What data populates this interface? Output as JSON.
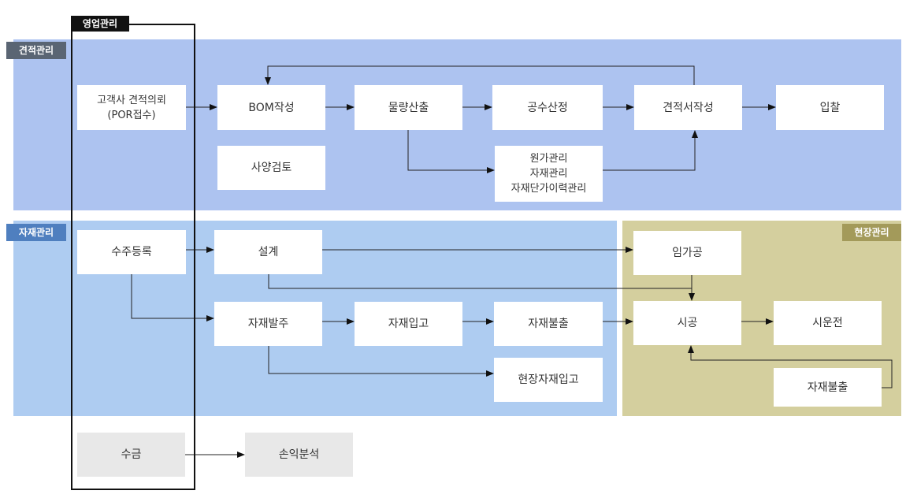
{
  "zones": {
    "estimate": {
      "label": "견적관리",
      "color": "#adc3f0",
      "label_color": "#5a6573"
    },
    "material": {
      "label": "자재관리",
      "color": "#aeccf1",
      "label_color": "#4f7fbf"
    },
    "site": {
      "label": "현장관리",
      "color": "#d4cf9e",
      "label_color": "#a39a5a"
    },
    "sales": {
      "label": "영업관리",
      "color": "#111111"
    }
  },
  "boxes": {
    "customer_request": "고객사 견적의뢰\n(POR접수)",
    "bom": "BOM작성",
    "quantity": "물량산출",
    "labor": "공수산정",
    "quote_doc": "견적서작성",
    "bid": "입찰",
    "spec_review": "사양검토",
    "cost_group": "원가관리\n자재관리\n자재단가이력관리",
    "order_reg": "수주등록",
    "design": "설계",
    "outsourcing": "임가공",
    "mat_order": "자재발주",
    "mat_in": "자재입고",
    "mat_out": "자재불출",
    "construction": "시공",
    "trial_run": "시운전",
    "site_mat_in": "현장자재입고",
    "site_mat_out": "자재불출",
    "collection": "수금",
    "pl_analysis": "손익분석"
  }
}
